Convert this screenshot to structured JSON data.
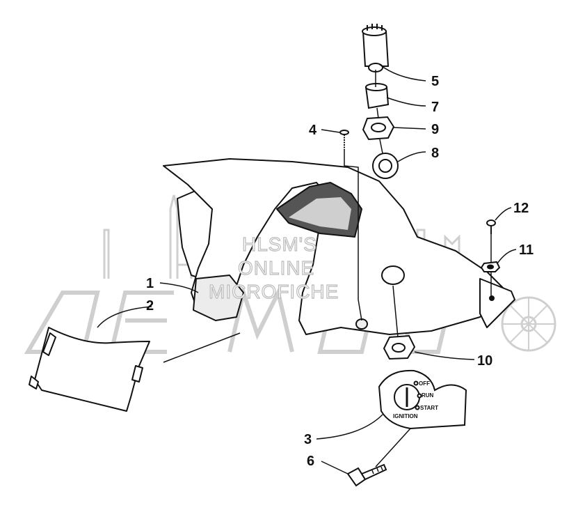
{
  "diagram": {
    "callouts": [
      "1",
      "2",
      "3",
      "4",
      "5",
      "6",
      "7",
      "8",
      "9",
      "10",
      "11",
      "12"
    ],
    "dial_labels": {
      "off": "OFF",
      "run": "RUN",
      "start": "START",
      "ignition": "IGNITION"
    },
    "watermark": {
      "line1": "HLSM'S",
      "line2": "ONLINE",
      "line3": "MICROFICHE"
    },
    "colors": {
      "ink": "#111111",
      "shade": "#777777",
      "watermark": "#c8c8c8"
    }
  }
}
